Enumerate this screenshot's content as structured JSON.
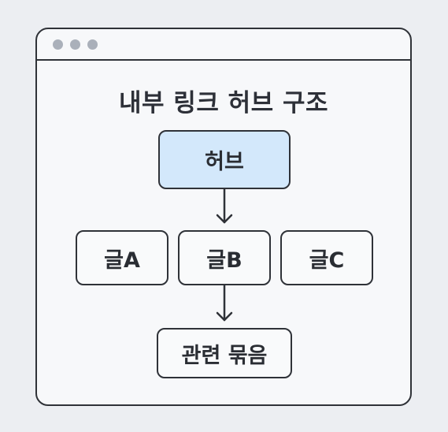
{
  "diagram": {
    "title": "내부 링크 허브 구조",
    "nodes": {
      "hub": "허브",
      "post_a": "글A",
      "post_b": "글B",
      "post_c": "글C",
      "bundle": "관련 묶음"
    },
    "edges": [
      {
        "from": "허브",
        "to": "글B"
      },
      {
        "from": "글B",
        "to": "관련 묶음"
      }
    ]
  },
  "colors": {
    "hub_fill": "#d3e8fb",
    "node_fill": "#f9fafb",
    "stroke": "#2f3238",
    "background": "#eceef2"
  }
}
